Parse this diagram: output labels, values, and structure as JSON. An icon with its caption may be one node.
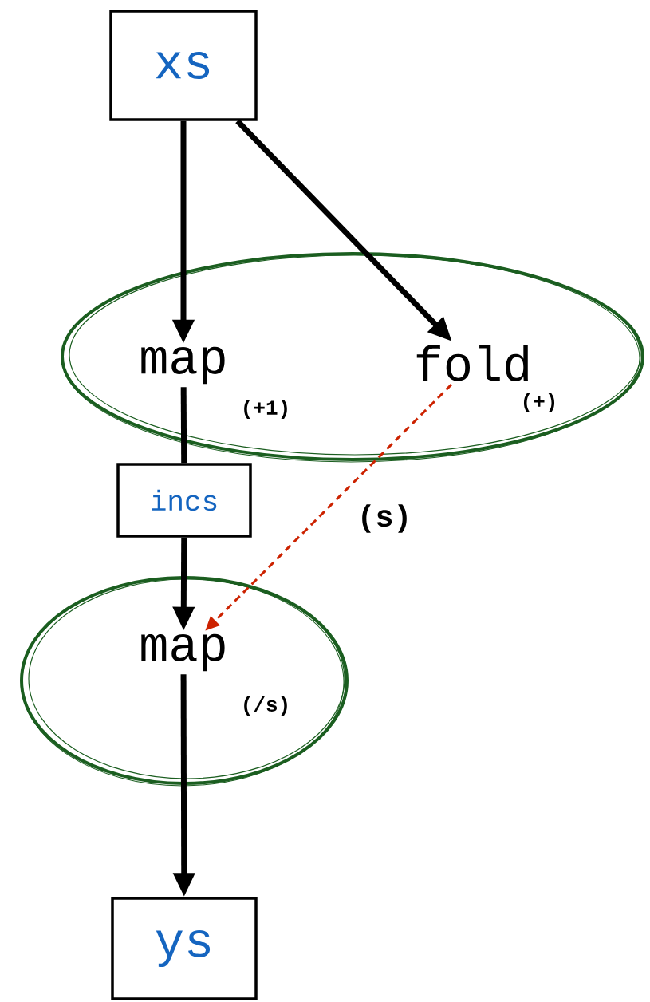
{
  "diagram": {
    "nodes": [
      {
        "text": [
          "xs"
        ]
      },
      {
        "text": [],
        "shape": "ellipse"
      },
      {
        "text": [
          "map"
        ],
        "beside": [
          "(+1)"
        ],
        "in": 1
      },
      {
        "text": [
          "fold"
        ],
        "beside": [
          "(+)"
        ],
        "in": 1
      },
      {
        "text": [
          "incs"
        ]
      },
      {
        "text": [],
        "shape": "ellipse"
      },
      {
        "text": [
          "map"
        ],
        "beside": [
          "(/s)"
        ],
        "in": 5
      },
      {
        "text": [
          "ys"
        ]
      }
    ],
    "edges": [
      {
        "from": 0,
        "to": 2,
        "arrow": "to"
      },
      {
        "from": 0,
        "to": 3,
        "arrow": "to"
      },
      {
        "from": 2,
        "to": 4,
        "arrow": "none"
      },
      {
        "from": 4,
        "to": 6,
        "arrow": "to"
      },
      {
        "from": 3,
        "to": 6,
        "arrow": "to",
        "label": "(s)",
        "style": "dashed",
        "color": "#cc2200"
      },
      {
        "from": 6,
        "to": 7,
        "arrow": "to"
      }
    ]
  }
}
